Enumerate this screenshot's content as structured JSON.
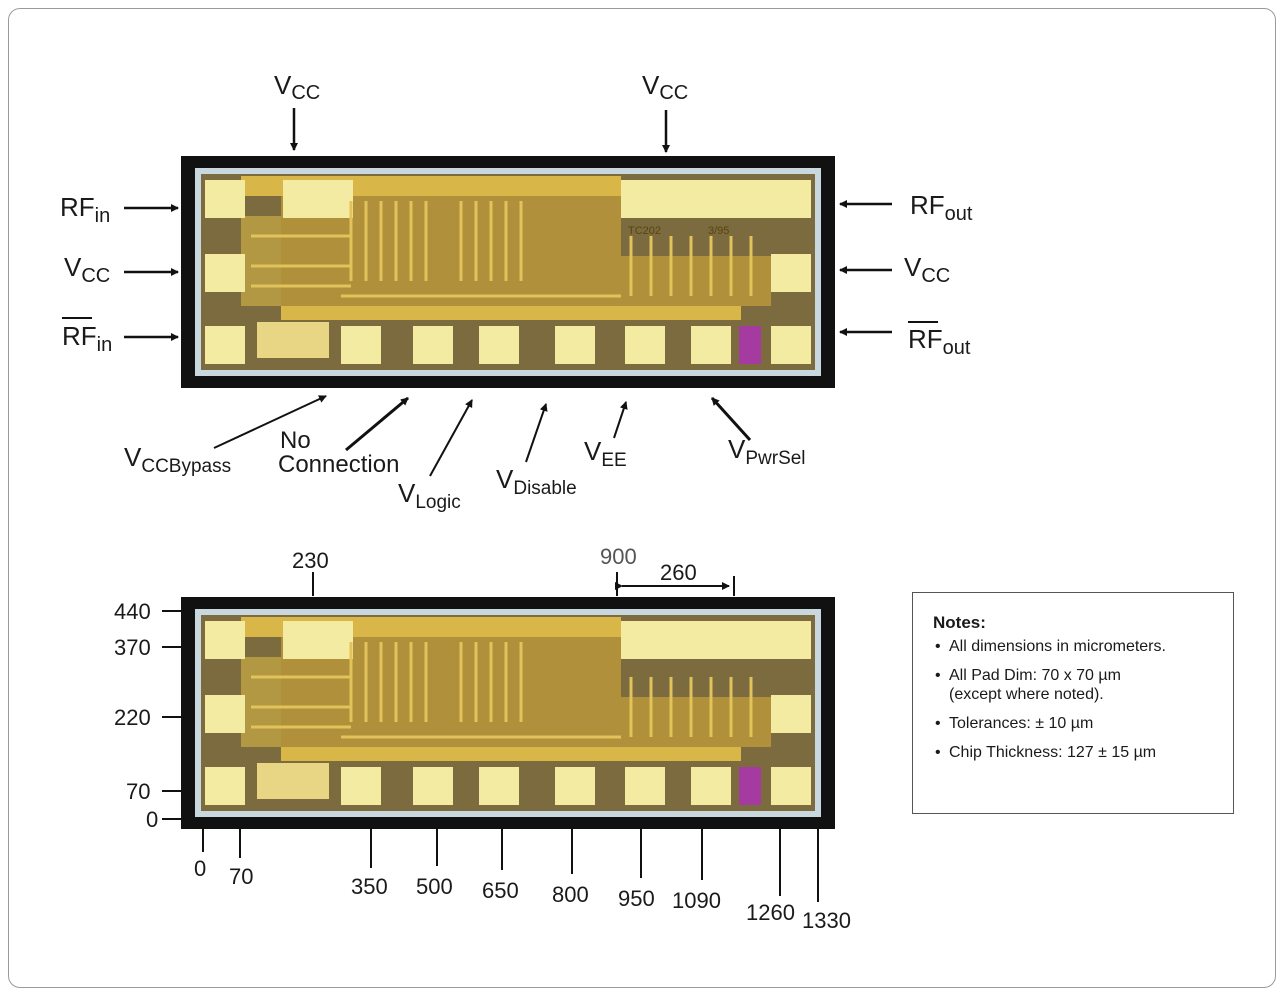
{
  "colors": {
    "die_outline": "#111111",
    "die_gold": "#d9b648",
    "pad": "#f4eba2",
    "substrate": "#7c6b3e",
    "marker": "#a53aa0",
    "seal_ring": "#c9d8de"
  },
  "top_diagram": {
    "vcc_top_left": "CC",
    "vcc_top_right": "CC",
    "rf_in": "in",
    "vcc_left": "CC",
    "rf_in_bar": "in",
    "rf_out": "out",
    "vcc_right": "CC",
    "rf_out_bar": "out",
    "v_cc_bypass": "CCBypass",
    "no_connection_line1": "No",
    "no_connection_line2": "Connection",
    "v_logic": "Logic",
    "v_disable": "Disable",
    "v_ee": "EE",
    "v_pwrsel": "PwrSel",
    "chip_mark_1": "TC202",
    "chip_mark_2": "3/95"
  },
  "bottom_diagram": {
    "top_230": "230",
    "top_900": "900",
    "width_260": "260",
    "y_labels": [
      "440",
      "370",
      "220",
      "70",
      "0"
    ],
    "x_labels": [
      "0",
      "70",
      "350",
      "500",
      "650",
      "800",
      "950",
      "1090",
      "1260",
      "1330"
    ]
  },
  "notes": {
    "title": "Notes:",
    "items": [
      "All dimensions in micrometers.",
      "All Pad Dim: 70 x 70 µm\n(except where noted).",
      "Tolerances: ± 10 µm",
      "Chip Thickness: 127 ± 15 µm"
    ]
  }
}
